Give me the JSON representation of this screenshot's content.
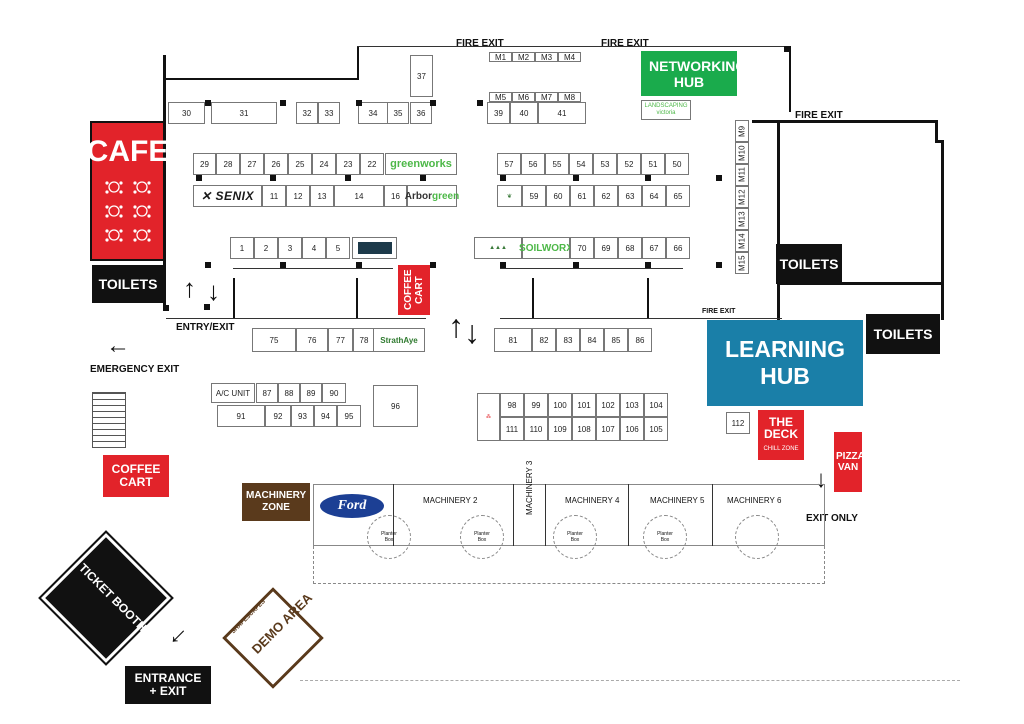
{
  "colors": {
    "cafe_red": "#e2232a",
    "networking_green": "#1aab4c",
    "learning_blue": "#1a7fa8",
    "machinery_brown": "#5a3a1c",
    "ford_blue": "#1c3f94",
    "black": "#111111"
  },
  "venue": {
    "cafe": "CAFE",
    "toilets_left": "TOILETS",
    "toilets_right": "TOILETS",
    "toilets_far_right": "TOILETS",
    "coffee_cart_center": "COFFEE CART",
    "coffee_cart_left": "COFFEE CART",
    "networking_hub": "NETWORKING HUB",
    "learning_hub": "LEARNING HUB",
    "the_deck": "THE DECK",
    "chill_zone": "CHILL ZONE",
    "pizza_van": "PIZZA VAN",
    "machinery_zone": "MACHINERY ZONE",
    "ticket_booth": "TICKET BOOTH",
    "demo_area": "DEMO AREA",
    "shapescapes": "SHAPESCAPES",
    "entrance_exit": "ENTRANCE + EXIT",
    "entry_exit": "ENTRY/EXIT",
    "emergency_exit": "EMERGENCY EXIT",
    "exit_only": "EXIT ONLY",
    "fire_exit_top_left": "FIRE EXIT",
    "fire_exit_top_right": "FIRE EXIT",
    "fire_exit_right": "FIRE EXIT",
    "fire_exit_mid": "FIRE EXIT",
    "ac_unit": "A/C UNIT"
  },
  "logos": {
    "senix": "SENIX",
    "greenworks": "greenworks",
    "arborgreen_a": "Arbor",
    "arborgreen_b": "green",
    "landscaping_victoria": "LANDSCAPING victoria",
    "soilworx_a": "SOIL",
    "soilworx_b": "WORX",
    "strathaye": "StrathAye",
    "ford": "Ford"
  },
  "booths": {
    "m_top": [
      "M1",
      "M2",
      "M3",
      "M4"
    ],
    "m_mid": [
      "M5",
      "M6",
      "M7",
      "M8"
    ],
    "m_right": [
      "M9",
      "M10",
      "M11",
      "M12",
      "M13",
      "M14",
      "M15"
    ],
    "b37": "37",
    "top_row_left": [
      "30",
      "31",
      "32",
      "33",
      "34",
      "35",
      "36"
    ],
    "top_row_center": [
      "39",
      "40",
      "41"
    ],
    "row2_top": [
      "29",
      "28",
      "27",
      "26",
      "25",
      "24",
      "23",
      "22"
    ],
    "row2_bottom": [
      "11",
      "12",
      "13",
      "14",
      "16"
    ],
    "row3_top": [
      "57",
      "56",
      "55",
      "54",
      "53",
      "52",
      "51",
      "50"
    ],
    "row3_bottom": [
      "59",
      "60",
      "61",
      "62",
      "63",
      "64",
      "65"
    ],
    "row4_left": [
      "1",
      "2",
      "3",
      "4",
      "5"
    ],
    "row4_right": [
      "70",
      "69",
      "68",
      "67",
      "66"
    ],
    "row5_left": [
      "75",
      "76",
      "77",
      "78"
    ],
    "row5_right": [
      "81",
      "82",
      "83",
      "84",
      "85",
      "86"
    ],
    "block_a_top": [
      "87",
      "88",
      "89",
      "90"
    ],
    "block_a_bottom": [
      "91",
      "92",
      "93",
      "94",
      "95"
    ],
    "b96": "96",
    "block_b_top": [
      "98",
      "99",
      "100",
      "101",
      "102",
      "103",
      "104"
    ],
    "block_b_bottom": [
      "111",
      "110",
      "109",
      "108",
      "107",
      "106",
      "105"
    ],
    "b112": "112"
  },
  "machinery": {
    "m2": "MACHINERY 2",
    "m3": "MACHINERY 3",
    "m4": "MACHINERY 4",
    "m5": "MACHINERY 5",
    "m6": "MACHINERY 6",
    "planter_box": "Planter Box"
  }
}
